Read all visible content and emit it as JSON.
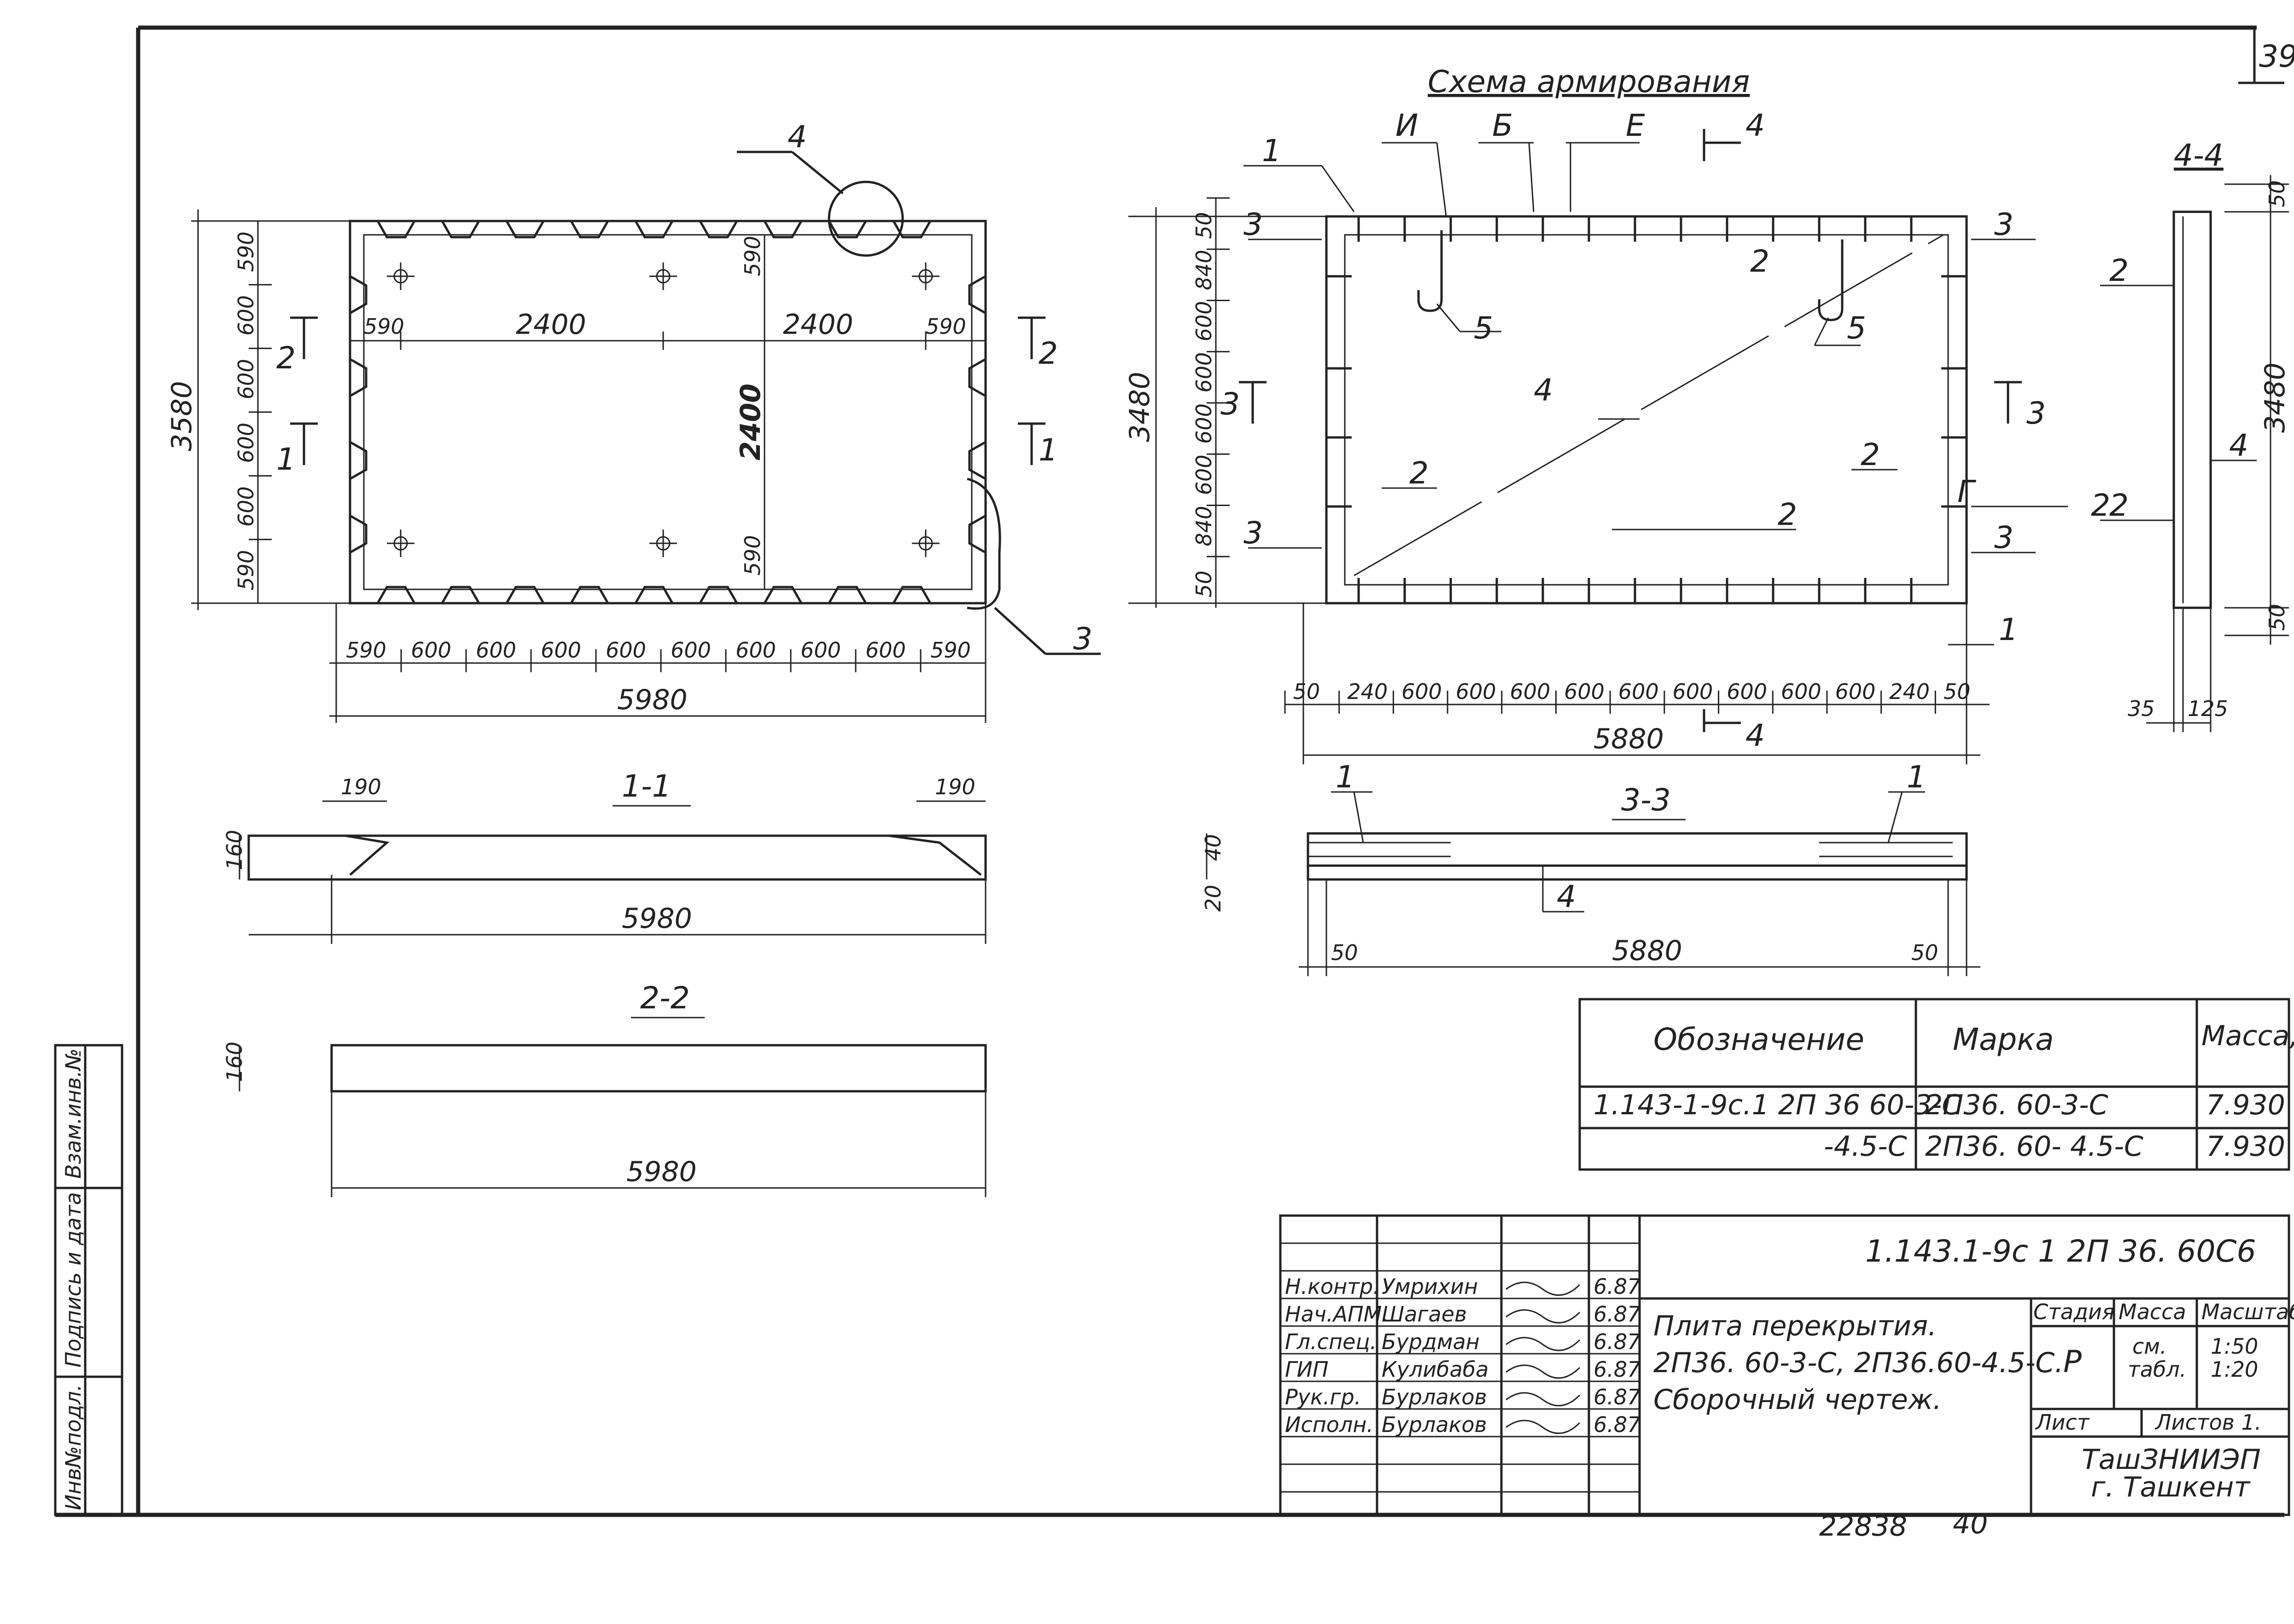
{
  "sheet_number": "39",
  "schema_title": "Схема армирования",
  "plan_left": {
    "dims_bottom": [
      "590",
      "600",
      "600",
      "600",
      "600",
      "600",
      "600",
      "600",
      "600",
      "590"
    ],
    "overall_width": "5980",
    "dims_left": [
      "590",
      "600",
      "600",
      "600",
      "600",
      "590"
    ],
    "overall_height": "3580",
    "inner_span_left": "590",
    "inner_span_1": "2400",
    "inner_span_2": "2400",
    "inner_span_right": "590",
    "inner_height": "2400",
    "inner_top_small": "590",
    "inner_bot_small": "590",
    "section_2": "2",
    "section_1": "1",
    "callout_4": "4",
    "callout_3": "3"
  },
  "plan_right": {
    "dims_bottom": [
      "50",
      "240",
      "600",
      "600",
      "600",
      "600",
      "600",
      "600",
      "600",
      "600",
      "600",
      "240",
      "50"
    ],
    "overall_width": "5880",
    "dims_left": [
      "50",
      "840",
      "600",
      "600",
      "600",
      "600",
      "840",
      "50"
    ],
    "overall_height": "3480",
    "letters": {
      "i": "И",
      "b": "Б",
      "e": "Е",
      "g": "Г"
    },
    "pos": {
      "p1": "1",
      "p2": "2",
      "p3": "3",
      "p4": "4",
      "p5": "5"
    },
    "section_4": "4",
    "section_3": "3"
  },
  "section_44": {
    "title": "4-4",
    "dim_top": "50",
    "dim_mid": "3480",
    "dim_bot": "50",
    "dim_w1": "35",
    "dim_w2": "125",
    "p2a": "2",
    "p4": "4",
    "p2b": "2"
  },
  "section_11": {
    "title": "1-1",
    "d_left": "190",
    "d_right": "190",
    "thick": "160",
    "length": "5980"
  },
  "section_22": {
    "title": "2-2",
    "thick": "160",
    "length": "5980"
  },
  "section_33": {
    "title": "3-3",
    "p1a": "1",
    "p1b": "1",
    "p4": "4",
    "d1": "40",
    "d2": "20",
    "len": "5880",
    "e1": "50",
    "e2": "50"
  },
  "spec_table": {
    "headers": [
      "Обозначение",
      "Марка",
      "Масса, кг."
    ],
    "rows": [
      [
        "1.143-1-9с.1 2П 36 60-3-С",
        "2П36. 60-3-С",
        "7.930"
      ],
      [
        "-4.5-С",
        "2П36. 60- 4.5-С",
        "7.930"
      ]
    ]
  },
  "title_block": {
    "code": "1.143.1-9с 1 2П 36. 60С6",
    "roles": [
      "Н.контр.",
      "Нач.АПМ.",
      "Гл.спец.",
      "ГИП",
      "Рук.гр.",
      "Исполн."
    ],
    "names": [
      "Умрихин",
      "Шагаев",
      "Бурдман",
      "Кулибаба",
      "Бурлаков",
      "Бурлаков"
    ],
    "dates": [
      "6.87",
      "6.87",
      "6.87",
      "6.87",
      "6.87",
      "6.87"
    ],
    "description": [
      "Плита перекрытия.",
      "2П36. 60-3-С, 2П36.60-4.5-С.",
      "Сборочный чертеж."
    ],
    "stage_label": "Стадия",
    "mass_label": "Масса",
    "scale_label": "Масштаб",
    "stage": "Р",
    "mass": [
      "см.",
      "табл."
    ],
    "scale": [
      "1:50",
      "1:20"
    ],
    "sheet_label": "Лист",
    "sheets_label": "Листов 1.",
    "org": [
      "ТашЗНИИЭП",
      "г. Ташкент"
    ]
  },
  "side_stamp": [
    "Инв№подл.",
    "Подпись и дата",
    "Взам.инв.№"
  ],
  "footer": {
    "doc_no": "22838",
    "page": "40"
  }
}
